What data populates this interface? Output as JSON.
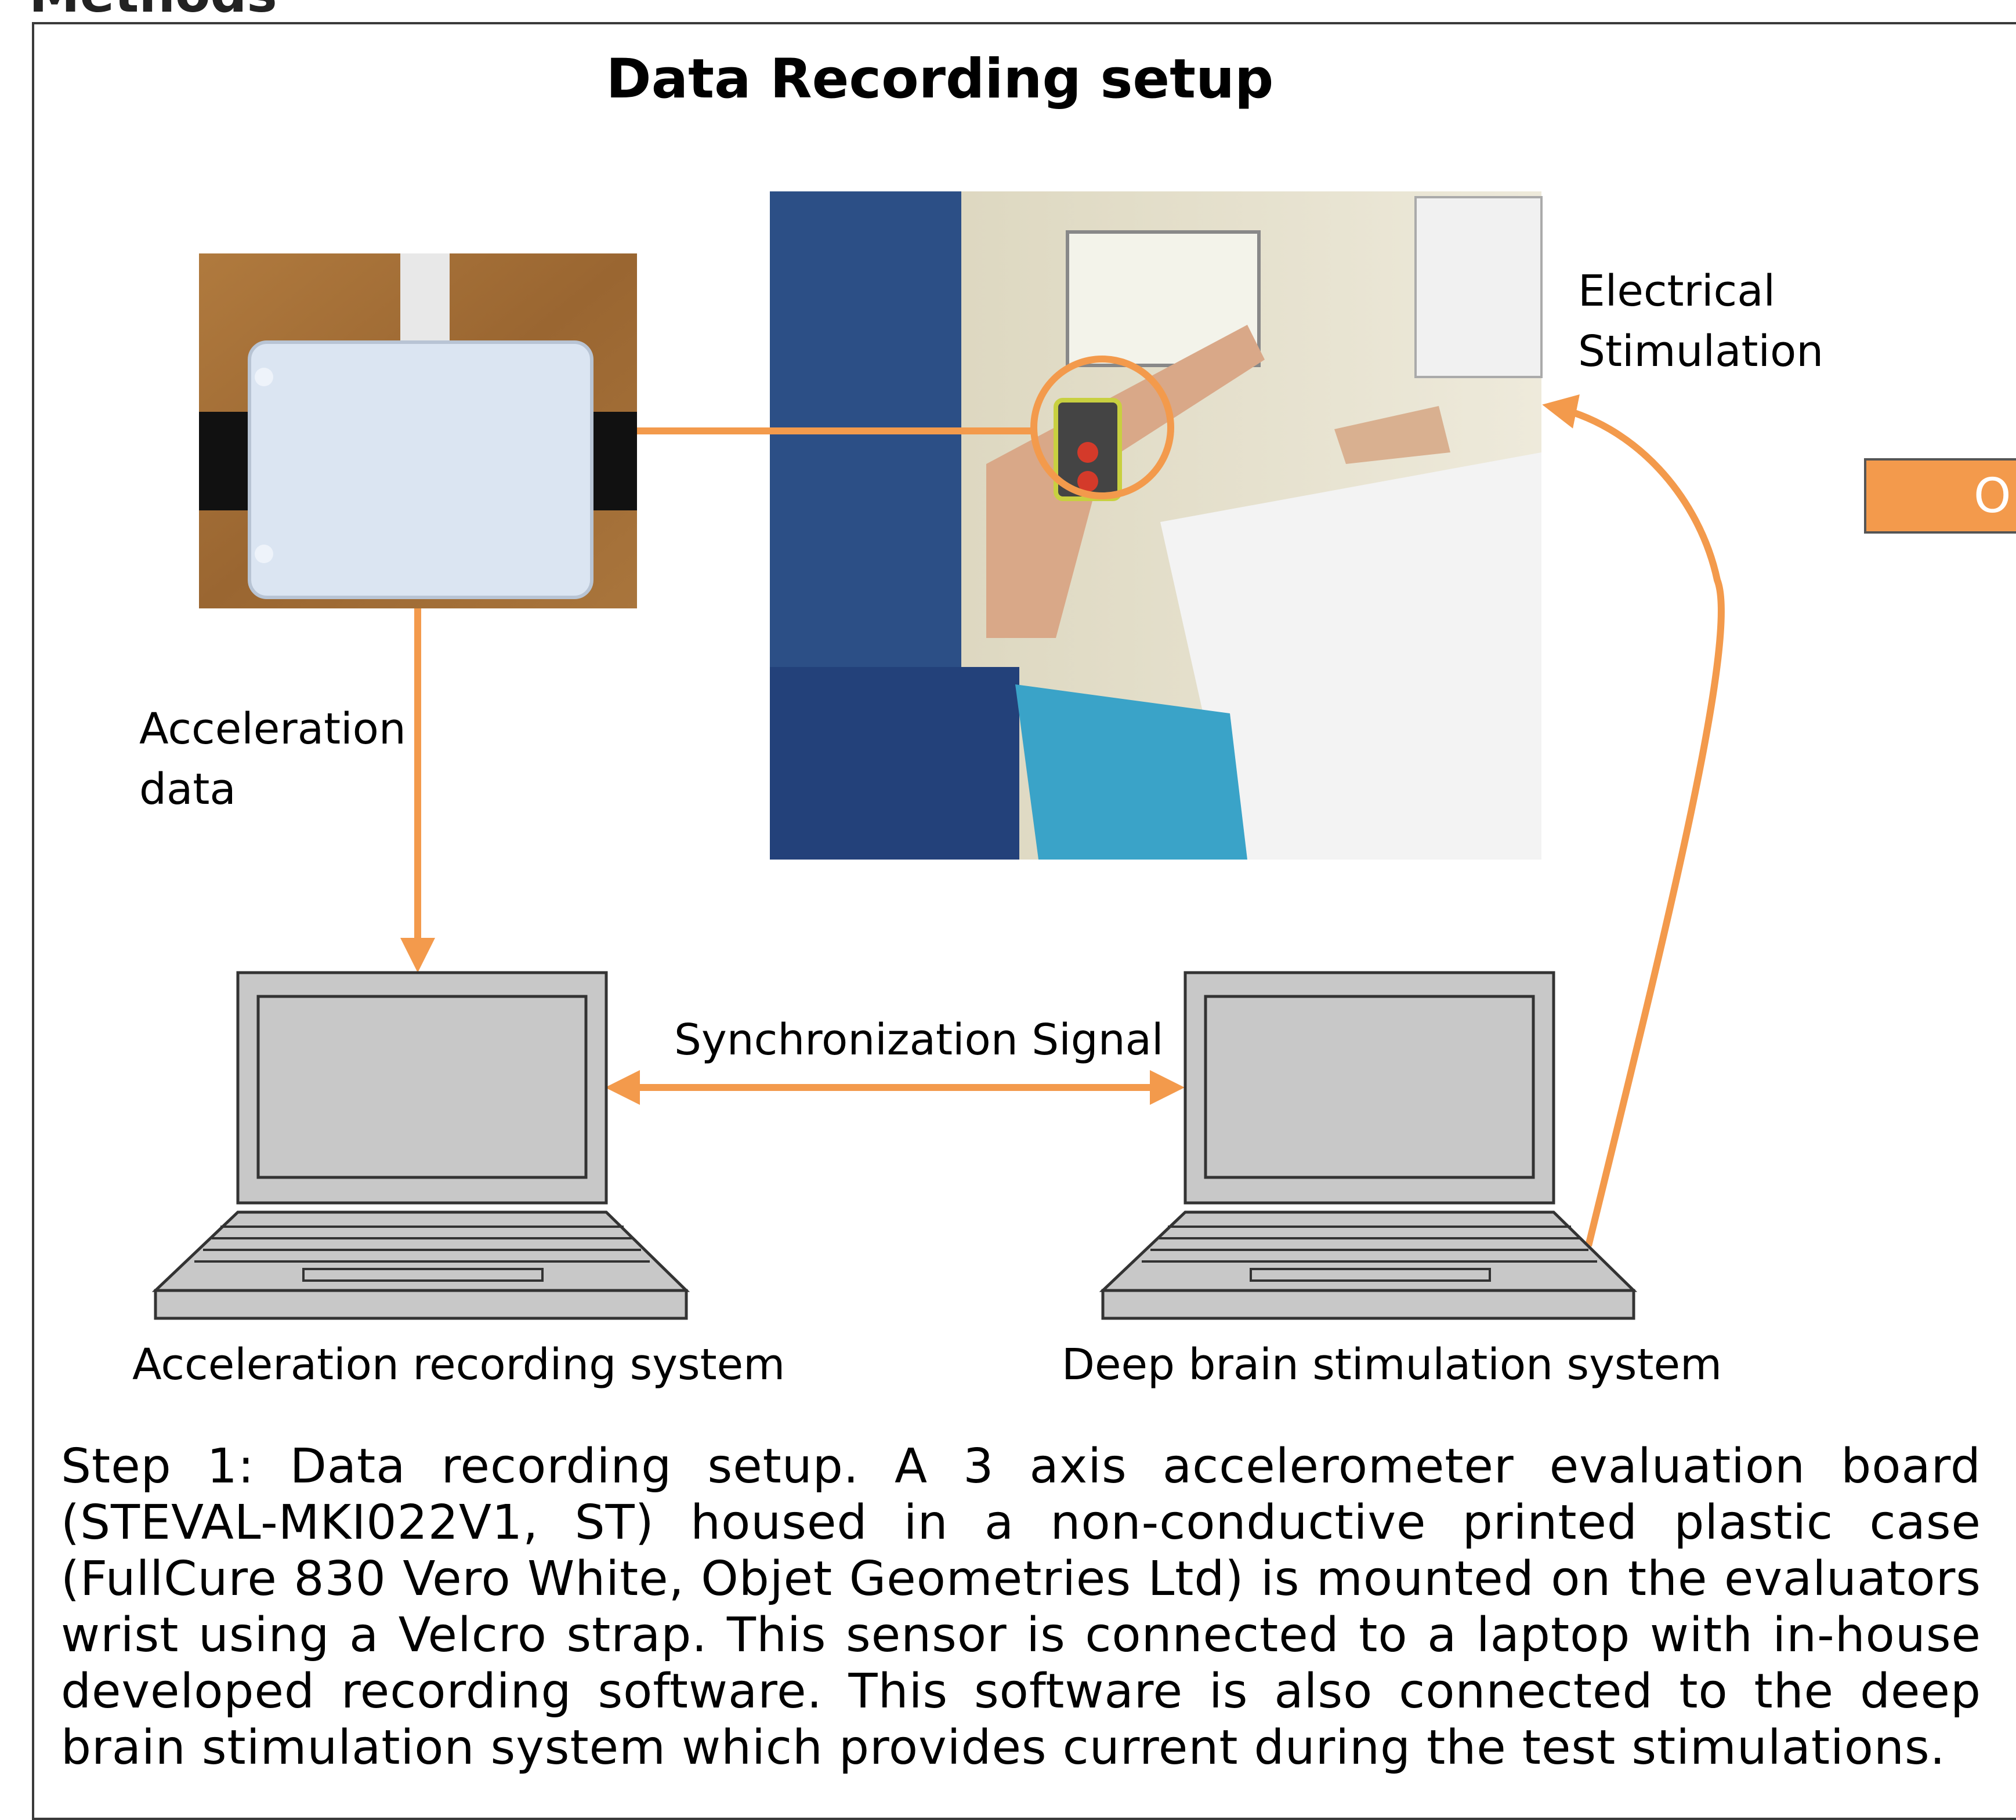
{
  "header_fragment": "Methods",
  "title": "Data Recording setup",
  "labels": {
    "acceleration_data": "Acceleration\ndata",
    "electrical_stimulation": "Electrical\nStimulation",
    "synchronization_signal": "Synchronization Signal",
    "acceleration_recording_system": "Acceleration recording system",
    "deep_brain_stimulation_system": "Deep brain stimulation system"
  },
  "side_box_text": "O",
  "caption": "Step 1: Data recording setup. A 3 axis accelerometer evaluation board (STEVAL-MKI022V1, ST) housed in a non-conductive printed plastic case (FullCure 830 Vero White, Objet Geometries Ltd) is mounted on the evaluators wrist using a Velcro strap. This sensor is connected to a laptop with in-house developed recording software. This software is also connected to the deep brain stimulation system which provides current during the test stimulations.",
  "colors": {
    "arrow": "#f39a4c",
    "laptop_fill": "#c8c8c8",
    "laptop_stroke": "#333333",
    "wood": "#a0703a",
    "sensor_case": "#dfe8f5"
  }
}
